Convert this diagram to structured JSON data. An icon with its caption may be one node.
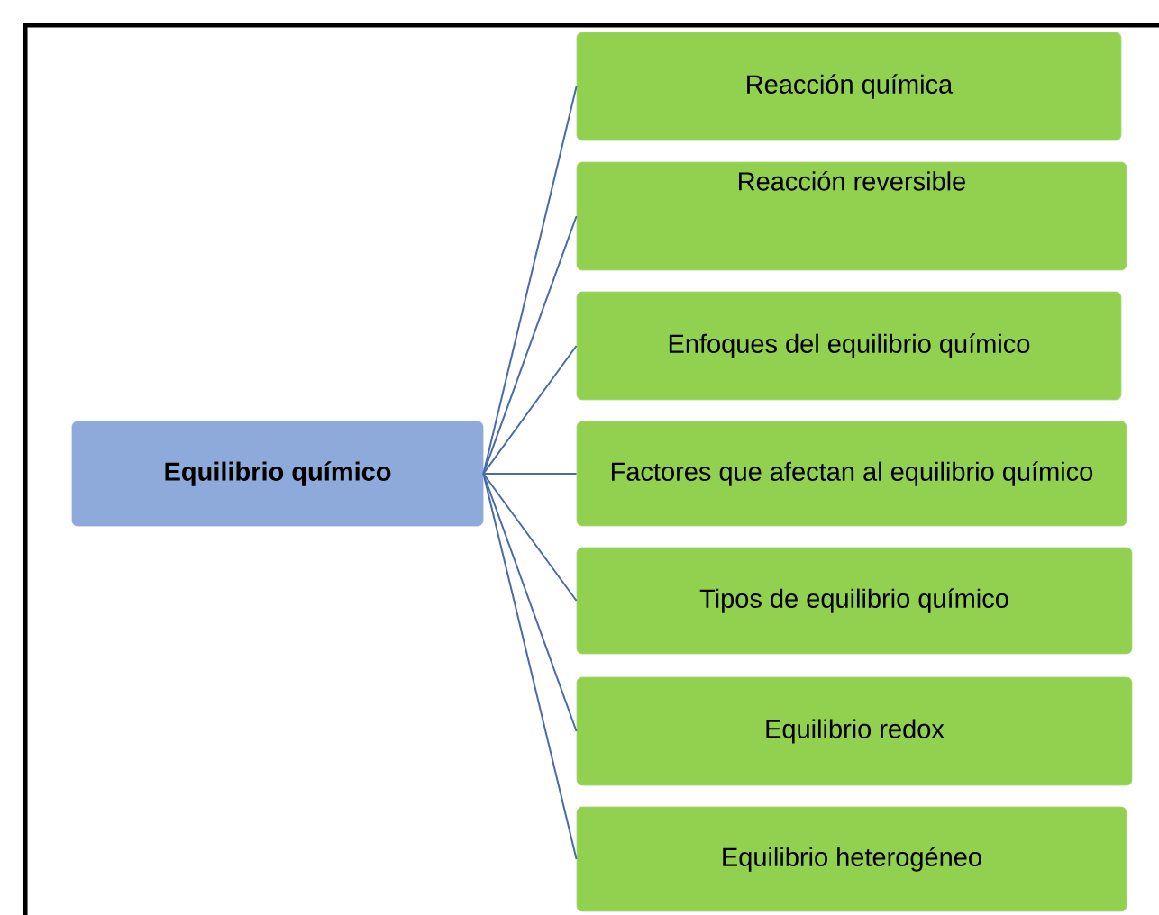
{
  "diagram": {
    "nodes": [
      {
        "text": [
          "Equilibrio químico"
        ]
      },
      {
        "text": [
          "Reacción química"
        ]
      },
      {
        "text": [
          "Reacción reversible"
        ]
      },
      {
        "text": [
          "Enfoques del equilibrio químico"
        ]
      },
      {
        "text": [
          "Factores que afectan al equilibrio químico"
        ]
      },
      {
        "text": [
          "Tipos de equilibrio químico"
        ]
      },
      {
        "text": [
          "Equilibrio redox"
        ]
      },
      {
        "text": [
          "Equilibrio heterogéneo"
        ]
      }
    ],
    "edges": [
      {
        "from": 0,
        "to": 1,
        "arrow": "none"
      },
      {
        "from": 0,
        "to": 2,
        "arrow": "none"
      },
      {
        "from": 0,
        "to": 3,
        "arrow": "none"
      },
      {
        "from": 0,
        "to": 4,
        "arrow": "none"
      },
      {
        "from": 0,
        "to": 5,
        "arrow": "none"
      },
      {
        "from": 0,
        "to": 6,
        "arrow": "none"
      },
      {
        "from": 0,
        "to": 7,
        "arrow": "none"
      }
    ]
  }
}
